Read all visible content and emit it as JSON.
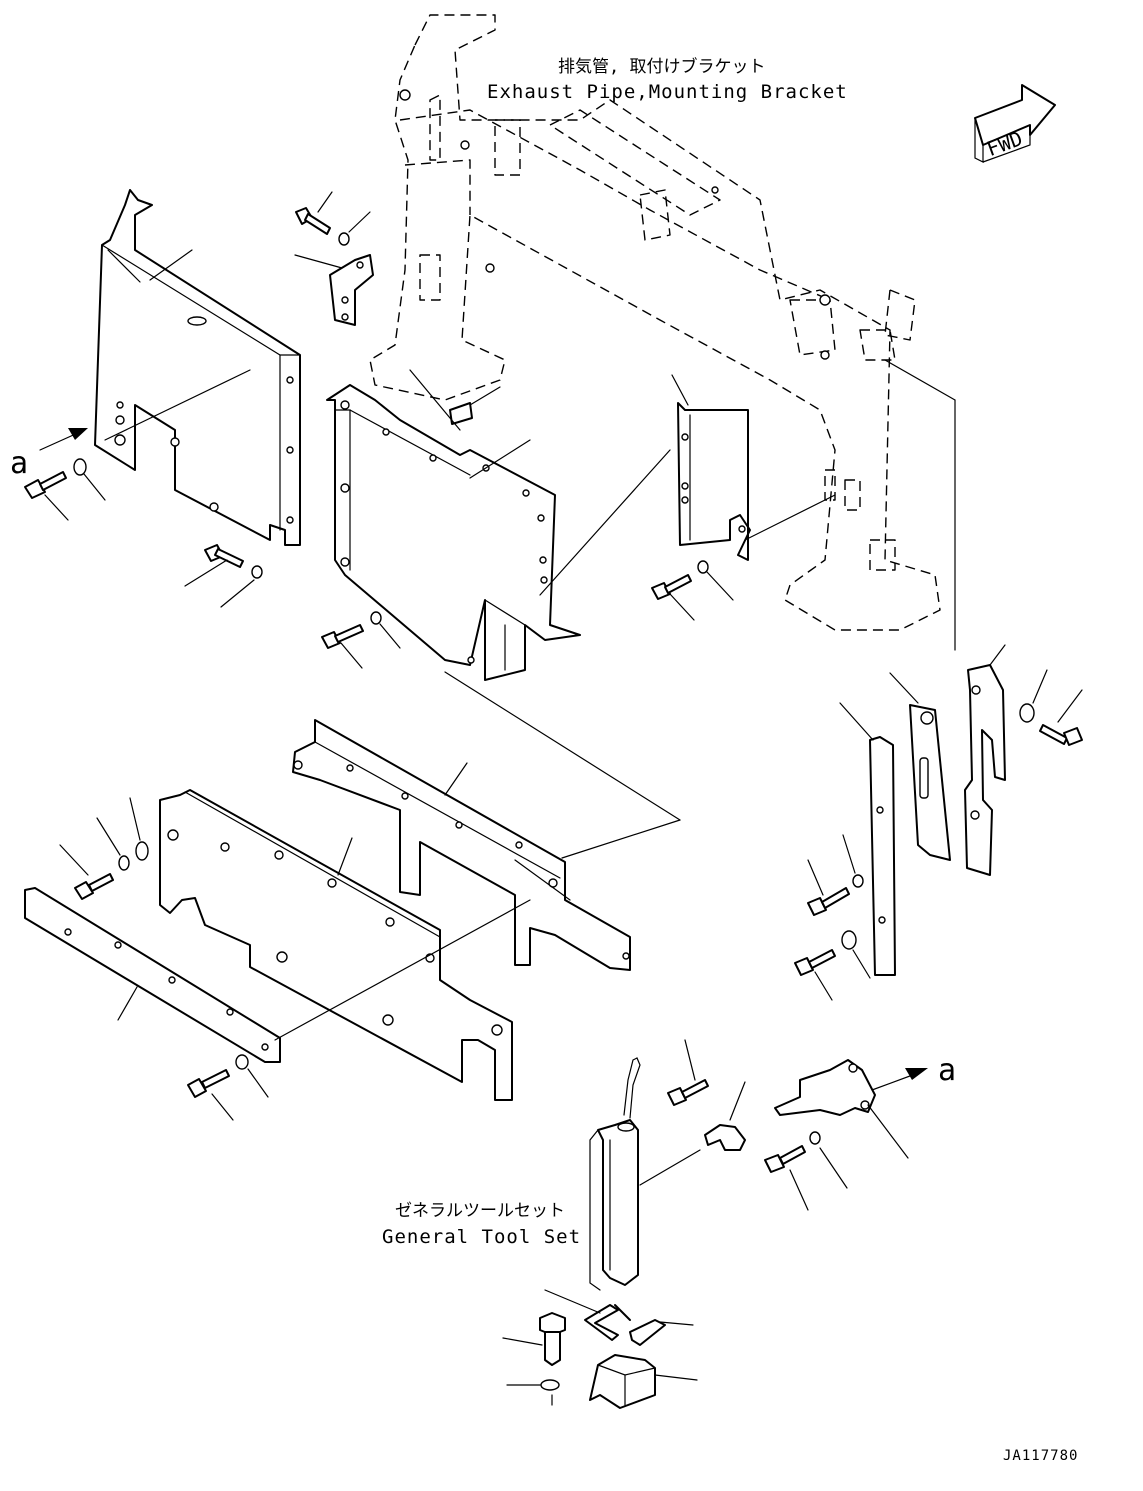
{
  "labels": {
    "exhaust_jp": "排気管, 取付けブラケット",
    "exhaust_en": "Exhaust Pipe,Mounting Bracket",
    "tool_jp": "ゼネラルツールセット",
    "tool_en": "General Tool Set",
    "fwd": "FWD",
    "view_a_left": "a",
    "view_a_right": "a",
    "drawing_number": "JA117780"
  }
}
